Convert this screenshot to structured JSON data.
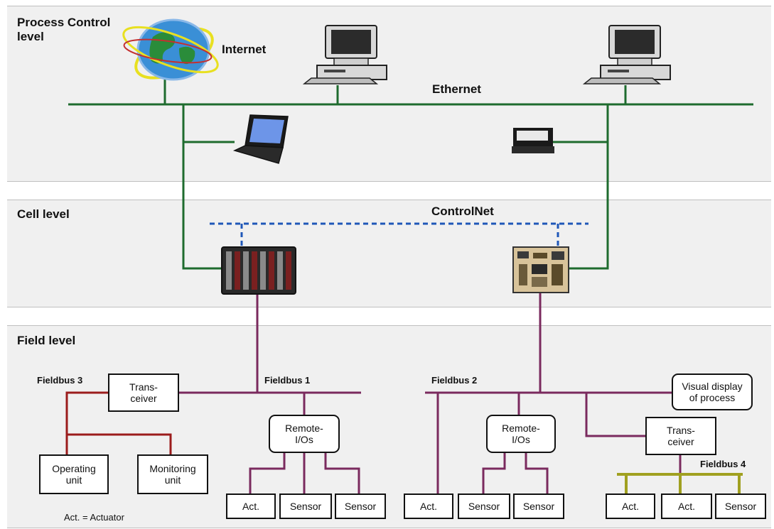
{
  "levels": {
    "process": "Process Control\nlevel",
    "cell": "Cell level",
    "field": "Field level"
  },
  "networks": {
    "internet": "Internet",
    "ethernet": "Ethernet",
    "controlnet": "ControlNet",
    "fieldbus1": "Fieldbus 1",
    "fieldbus2": "Fieldbus 2",
    "fieldbus3": "Fieldbus 3",
    "fieldbus4": "Fieldbus 4"
  },
  "devices": {
    "transceiver_left": "Trans-\nceiver",
    "transceiver_right": "Trans-\nceiver",
    "remote_io_left": "Remote-\nI/Os",
    "remote_io_right": "Remote-\nI/Os",
    "operating_unit": "Operating\nunit",
    "monitoring_unit": "Monitoring\nunit",
    "visual_display": "Visual display\nof process",
    "act_1": "Act.",
    "sensor_1": "Sensor",
    "sensor_2": "Sensor",
    "act_2": "Act.",
    "sensor_3": "Sensor",
    "sensor_4": "Sensor",
    "act_3": "Act.",
    "act_4": "Act.",
    "sensor_5": "Sensor"
  },
  "legend": "Act. = Actuator",
  "colors": {
    "ethernet": "#1e6b2e",
    "controlnet": "#1f57b8",
    "fieldbus": "#7a2a5e",
    "fieldbus3": "#9b1c1c",
    "fieldbus4": "#a0a020"
  }
}
